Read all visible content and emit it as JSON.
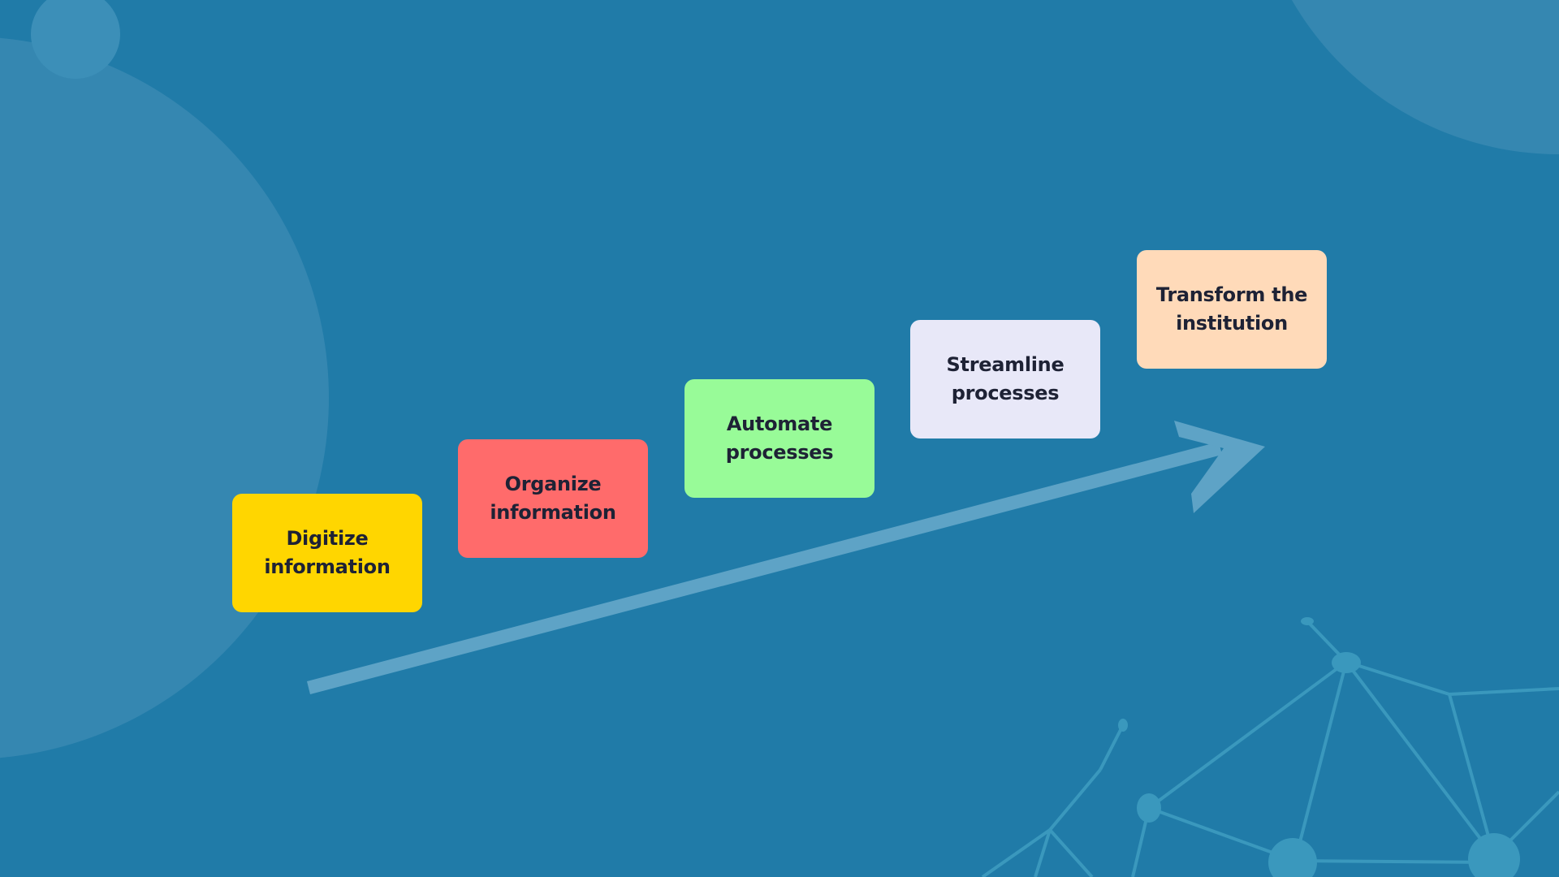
{
  "colors": {
    "background": "#207ba8",
    "decor_circle": "#3587b1",
    "arrow": "#5ea3c6",
    "network": "#3a98bd",
    "text": "#1e2235"
  },
  "steps": [
    {
      "label": "Digitize\ninformation",
      "color": "#ffd600"
    },
    {
      "label": "Organize\ninformation",
      "color": "#ff6b6b"
    },
    {
      "label": "Automate\nprocesses",
      "color": "#98fb98"
    },
    {
      "label": "Streamline\nprocesses",
      "color": "#e8e8f8"
    },
    {
      "label": "Transform the\ninstitution",
      "color": "#ffdab9"
    }
  ],
  "icons": {
    "arrow": "growth-arrow-icon",
    "network": "network-graph-icon"
  }
}
